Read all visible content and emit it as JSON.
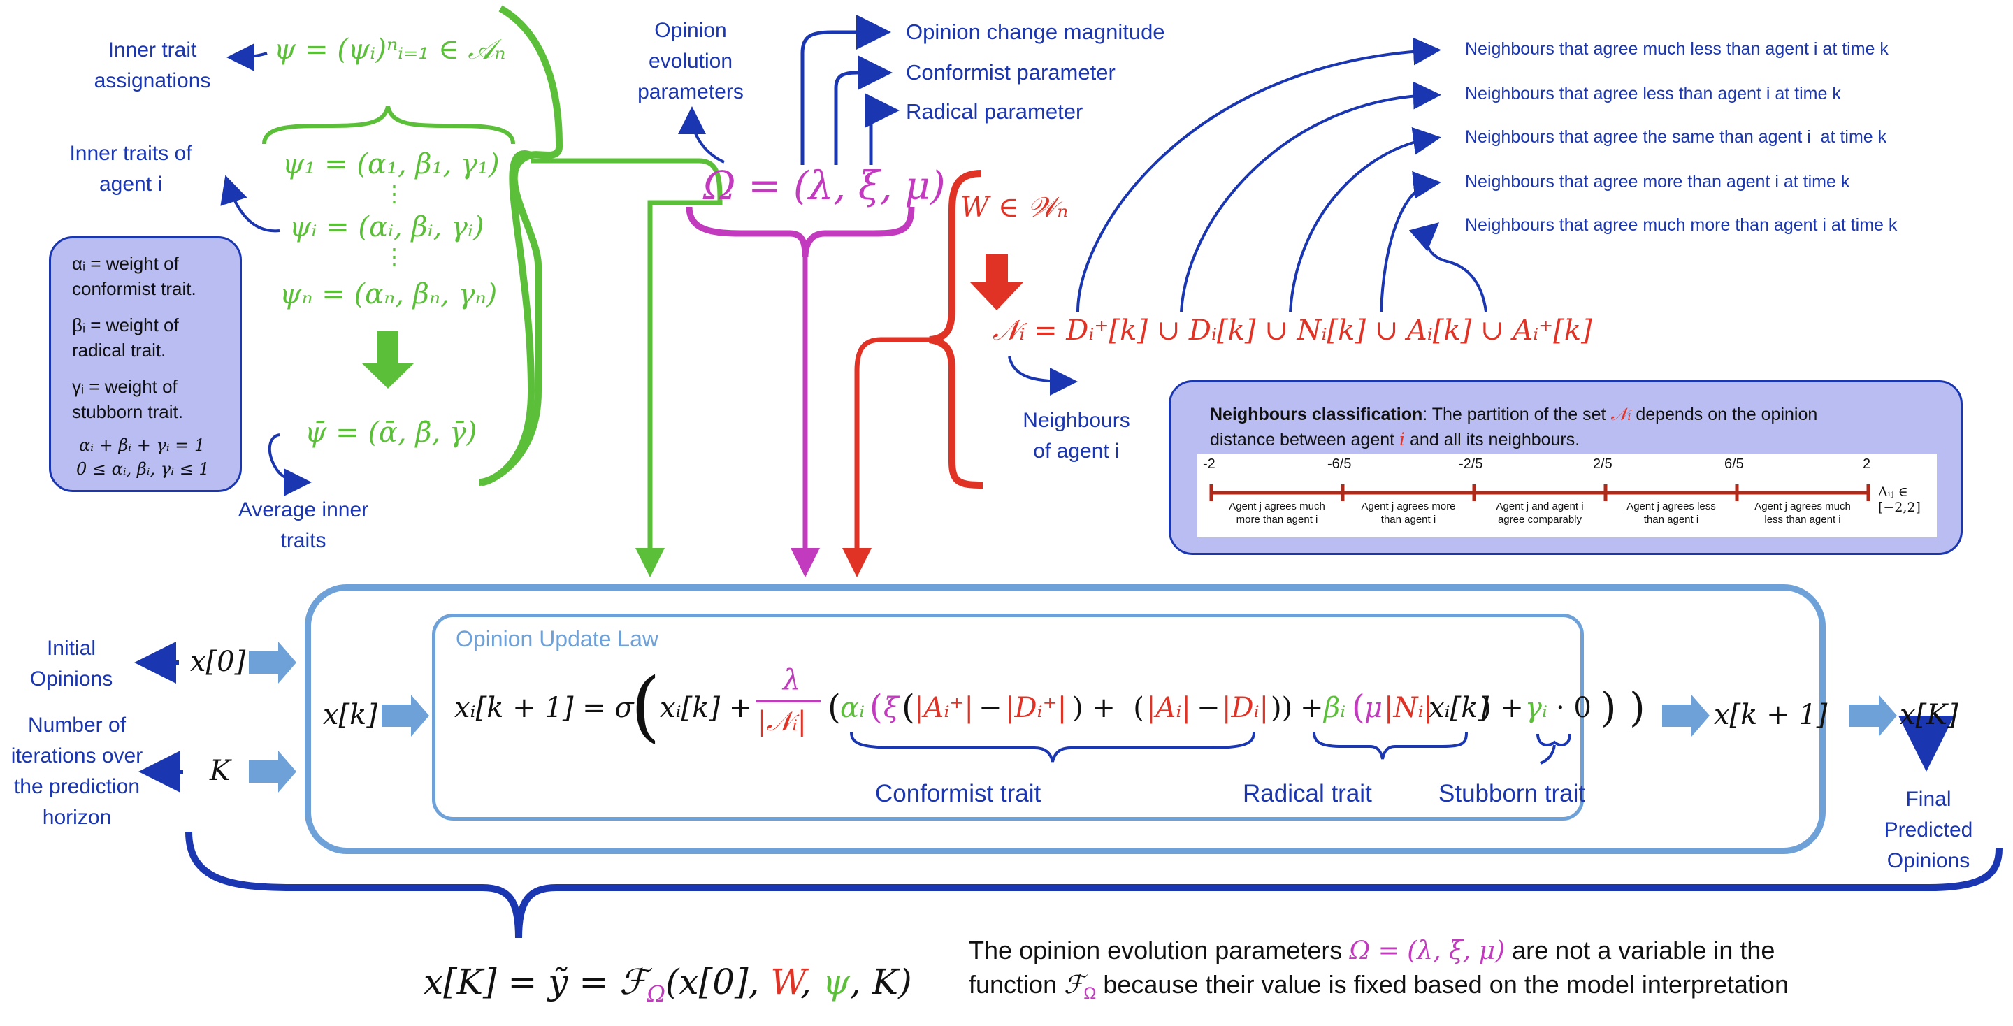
{
  "top_left": {
    "inner_trait_assignations_label": "Inner trait\nassignations",
    "psi_eq": "ψ = (ψᵢ)ⁿᵢ₌₁ ∈ 𝒜ₙ",
    "inner_traits_agent_label": "Inner traits of\nagent i",
    "psi_1": "ψ₁ = (α₁, β₁, γ₁)",
    "psi_i": "ψᵢ = (αᵢ, βᵢ, γᵢ)",
    "psi_n": "ψₙ = (αₙ, βₙ, γₙ)",
    "vdots": "⋮",
    "psi_bar": "ψ̄ = (ᾱ, β̄, γ̄)",
    "average_label": "Average inner\ntraits"
  },
  "trait_box": {
    "alpha": "αᵢ = weight of\nconformist trait.",
    "beta": "βᵢ = weight of\nradical trait.",
    "gamma": "γᵢ = weight of\nstubborn trait.",
    "sum": "αᵢ + βᵢ + γᵢ = 1",
    "range": "0 ≤ αᵢ, βᵢ, γᵢ ≤ 1"
  },
  "params": {
    "title": "Opinion\nevolution\nparameters",
    "omega": "Ω = (λ, ξ, μ)",
    "opinion_change": "Opinion change magnitude",
    "conformist": "Conformist parameter",
    "radical": "Radical parameter"
  },
  "network": {
    "w_eq": "W ∈ 𝒲ₙ",
    "n_eq": "𝒩ᵢ = Dᵢ⁺[k] ∪ Dᵢ[k] ∪ Nᵢ[k] ∪ Aᵢ[k] ∪ Aᵢ⁺[k]",
    "neighbours_label": "Neighbours\nof agent i",
    "neighbour_descriptions": [
      "Neighbours that agree much less than agent i at time k",
      "Neighbours that agree less than agent i at time k",
      "Neighbours that agree the same than agent i  at time k",
      "Neighbours that agree more than agent i at time k",
      "Neighbours that agree much more than agent i at time k"
    ]
  },
  "classification": {
    "title": "Neighbours classification",
    "text_1": ": The partition of the set ",
    "set_symbol": "𝒩ᵢ",
    "text_2": " depends on the opinion",
    "text_3": "distance between agent ",
    "agent_symbol": "i",
    "text_4": " and all its neighbours.",
    "ticks": [
      "-2",
      "-6/5",
      "-2/5",
      "2/5",
      "6/5",
      "2"
    ],
    "segments": [
      "Agent j agrees much\nmore than agent i",
      "Agent j agrees more\nthan agent i",
      "Agent j and agent i\nagree comparably",
      "Agent j agrees less\nthan agent i",
      "Agent j agrees much\nless than agent i"
    ],
    "delta": "Δᵢⱼ ∈ [−2,2]"
  },
  "update": {
    "initial_opinions": "Initial\nOpinions",
    "x0": "x[0]",
    "iterations_label": "Number of\niterations over\nthe prediction\nhorizon",
    "K": "K",
    "xk": "x[k]",
    "law_title": "Opinion Update Law",
    "lhs": "xᵢ[k + 1] = σ",
    "xi_k": "xᵢ[k] +",
    "lambda": "λ",
    "n_abs": "|𝒩ᵢ|",
    "alpha": "αᵢ",
    "xi": "ξ",
    "a_plus": "|Aᵢ⁺|",
    "minus": "−",
    "d_plus": "|Dᵢ⁺|",
    "plus_paren": ") +  (",
    "a_abs": "|Aᵢ|",
    "d_abs": "|Dᵢ|",
    "close_paren": "))",
    "plus": "+",
    "beta": "βᵢ",
    "mu": "μ",
    "n_count": "|Nᵢ|",
    "xi_k2": "xᵢ[k]",
    "paren_plus": ") +",
    "gamma": "γᵢ",
    "dot_zero": "· 0",
    "end_parens": ") )",
    "conformist_trait": "Conformist trait",
    "radical_trait": "Radical trait",
    "stubborn_trait": "Stubborn trait",
    "xk1": "x[k + 1]",
    "xK": "x[K]",
    "final_label": "Final\nPredicted\nOpinions"
  },
  "bottom": {
    "formula_1": "x[K] = ỹ = ℱ",
    "omega_sub": "Ω",
    "formula_2": "(x[0], ",
    "W": "W",
    "comma": ", ",
    "psi": "ψ",
    "formula_3": ", K)",
    "note_1": "The opinion evolution parameters ",
    "note_omega": "Ω = (λ, ξ, μ)",
    "note_2": " are not a variable in the",
    "note_3": "function ",
    "note_f": "ℱ",
    "note_f_sub": "Ω",
    "note_4": " because their value is fixed based on the model interpretation"
  },
  "colors": {
    "green": "#5cbf3a",
    "magenta": "#c23bbf",
    "red": "#e03225",
    "navy": "#1a36b0",
    "lightblue": "#6fa1d9",
    "lavender": "#b9bdf2"
  }
}
